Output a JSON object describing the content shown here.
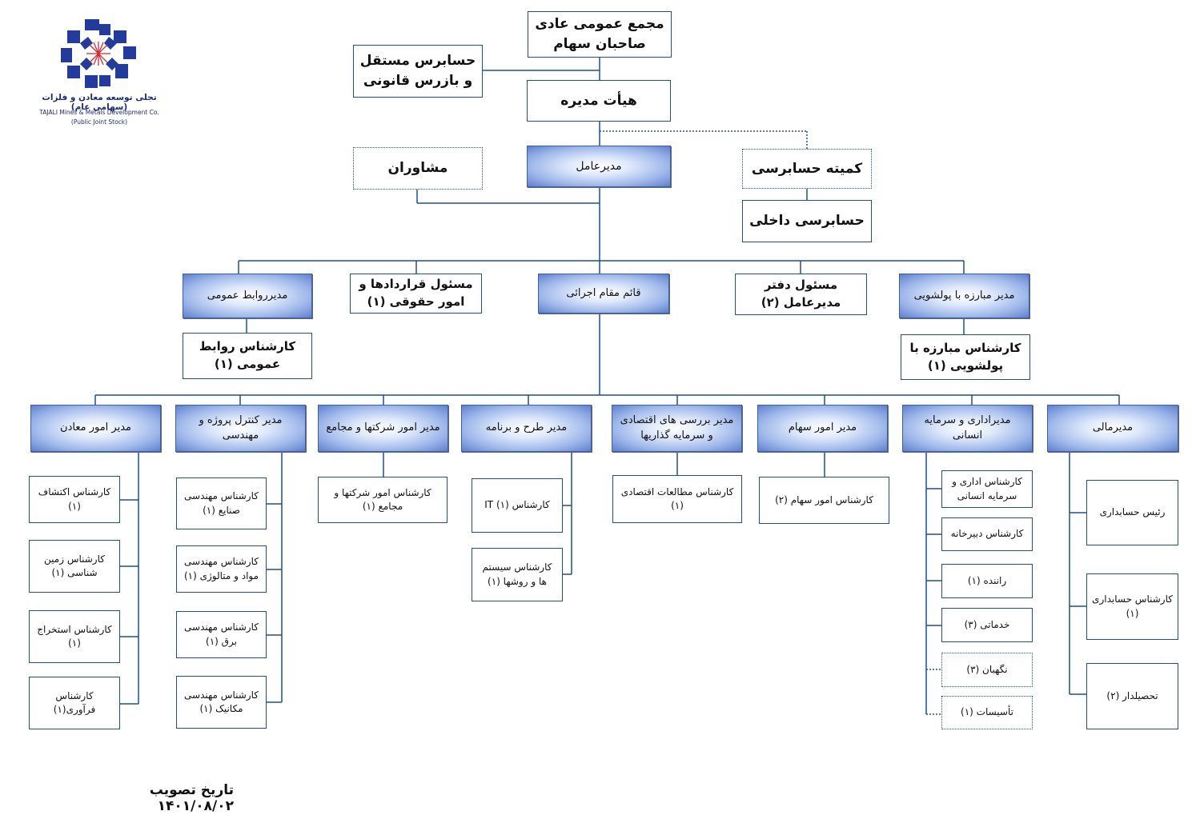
{
  "logo": {
    "icon": "tajali-logo-icon",
    "name_fa": "تجلی توسعه معادن و فلزات (سهامی عام)",
    "name_en": "TAJALI Mines & Metals Development Co.",
    "legal_form_en": "(Public Joint Stock)",
    "colors": {
      "blue": "#233c9c",
      "red": "#c8303a"
    }
  },
  "approval_date": "تاریخ تصویب ۱۴۰۱/۰۸/۰۲",
  "boxes": {
    "general_assembly": "مجمع عمومی عادی صاحبان سهام",
    "auditor": "حسابرس مستقل و بازرس قانونی",
    "board": "هیأت مدیره",
    "ceo": "مدیرعامل",
    "advisors": "مشاوران",
    "audit_committee": "کمیته حسابرسی",
    "internal_audit": "حسابرسی داخلی",
    "pr_manager": "مدیرروابط عمومی",
    "contracts_officer": "مسئول قراردادها و امور حقوقی (۱)",
    "deputy_ceo": "قائم مقام اجرائی",
    "ceo_office": "مسئول دفتر مدیرعامل (۲)",
    "aml_manager": "مدیر مبارزه با پولشویی",
    "pr_expert": "کارشناس روابط عمومی (۱)",
    "aml_expert": "کارشناس مبارزه با پولشویی (۱)",
    "mines_manager": "مدیر امور معادن",
    "project_manager": "مدیر کنترل پروژه و مهندسی",
    "companies_manager": "مدیر امور شرکتها و مجامع",
    "planning_manager": "مدیر طرح و برنامه",
    "economic_manager": "مدیر بررسی های اقتصادی و سرمایه گذاریها",
    "shares_manager": "مدیر امور سهام",
    "admin_manager": "مدیراداری و سرمایه انسانی",
    "finance_manager": "مدیرمالی",
    "exploration": "کارشناس اکتشاف (۱)",
    "geology": "کارشناس زمین شناسی (۱)",
    "extraction": "کارشناس استخراج (۱)",
    "processing": "کارشناس فرآوری(۱)",
    "industrial_eng": "کارشناس مهندسی صنایع (۱)",
    "materials_eng": "کارشناس مهندسی مواد و متالوژی (۱)",
    "electrical_eng": "کارشناس مهندسی برق (۱)",
    "mechanical_eng": "کارشناس مهندسی مکانیک (۱)",
    "companies_expert": "کارشناس امور شرکتها و مجامع (۱)",
    "it_expert": "کارشناس IT (۱)",
    "systems_expert": "کارشناس سیستم ها و روشها (۱)",
    "economic_expert": "کارشناس مطالعات اقتصادی (۱)",
    "shares_expert": "کارشناس امور سهام (۲)",
    "hr_expert": "کارشناس اداری و سرمایه انسانی",
    "secretariat": "کارشناس دبیرخانه",
    "driver": "راننده (۱)",
    "services": "خدماتی (۳)",
    "guard": "نگهبان (۳)",
    "facilities": "تأسیسات (۱)",
    "chief_accountant": "رئیس حسابداری",
    "accountant": "کارشناس حسابداری (۱)",
    "collector": "تحصیلدار (۲)"
  }
}
